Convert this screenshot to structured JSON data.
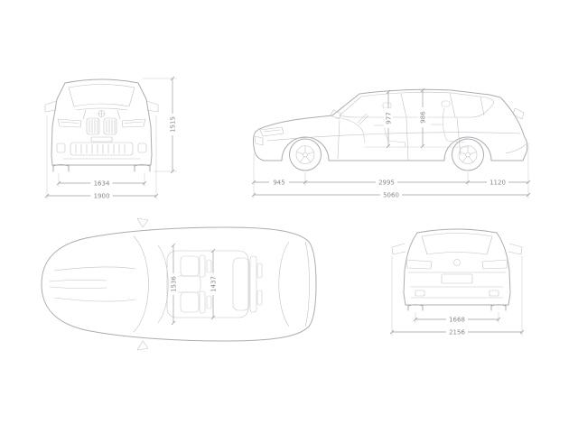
{
  "colors": {
    "background": "#ffffff",
    "car_line": "#a9adb1",
    "dimension_line": "#9b9ea2",
    "label_text": "#85888c"
  },
  "views": {
    "front": {
      "height": "1515",
      "track_width": "1634",
      "overall_width": "1900"
    },
    "side": {
      "headroom_front": "977",
      "headroom_rear": "986",
      "front_overhang": "945",
      "wheelbase": "2995",
      "rear_overhang": "1120",
      "overall_length": "5060"
    },
    "top": {
      "interior_width_front": "1536",
      "interior_width_rear": "1437"
    },
    "rear": {
      "track_width": "1668",
      "width_incl_mirrors": "2156"
    }
  }
}
